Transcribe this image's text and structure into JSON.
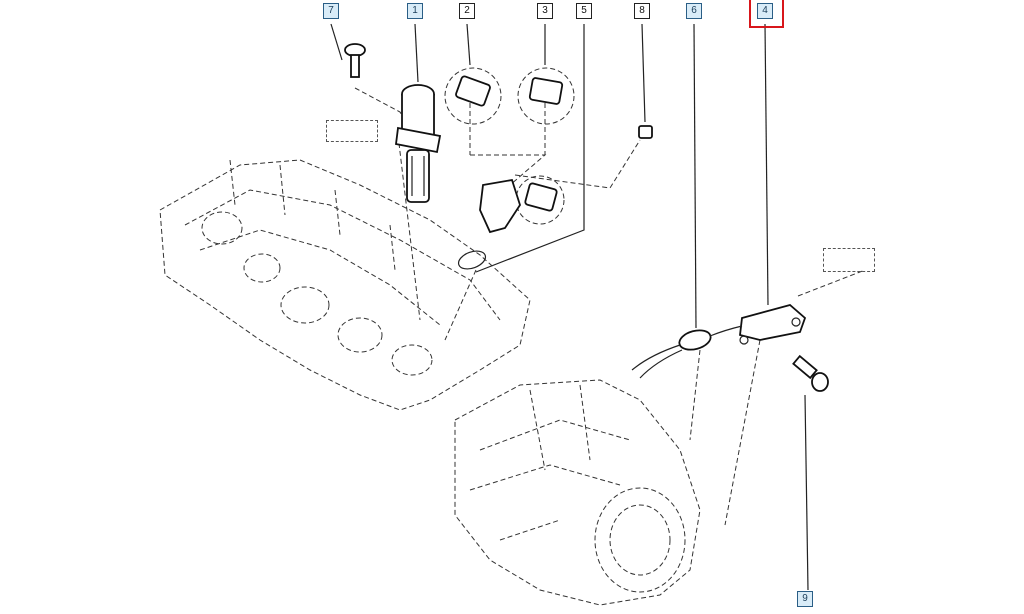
{
  "callouts": [
    {
      "id": "c7",
      "label": "7",
      "style": "blue"
    },
    {
      "id": "c1",
      "label": "1",
      "style": "blue"
    },
    {
      "id": "c2",
      "label": "2",
      "style": "plain"
    },
    {
      "id": "c3",
      "label": "3",
      "style": "plain"
    },
    {
      "id": "c5",
      "label": "5",
      "style": "plain"
    },
    {
      "id": "c8",
      "label": "8",
      "style": "plain"
    },
    {
      "id": "c6",
      "label": "6",
      "style": "blue"
    },
    {
      "id": "c4",
      "label": "4",
      "style": "blue",
      "highlighted": true
    },
    {
      "id": "c9",
      "label": "9",
      "style": "blue"
    }
  ],
  "colors": {
    "highlight": "#d8161b",
    "callout_blue_fill": "#d9ecf8",
    "callout_blue_border": "#2a5e86",
    "line": "#222222"
  }
}
